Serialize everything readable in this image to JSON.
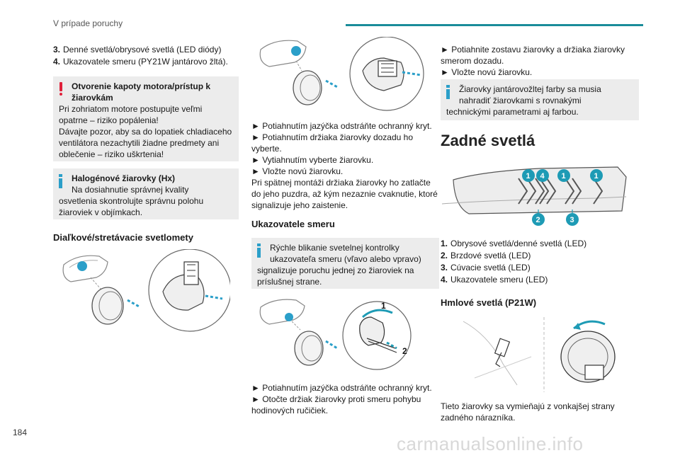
{
  "header": {
    "section": "V prípade poruchy"
  },
  "page_number": "184",
  "watermark": "carmanualsonline.info",
  "col1": {
    "list": [
      {
        "num": "3.",
        "text": "Denné svetlá/obrysové svetlá (LED diódy)"
      },
      {
        "num": "4.",
        "text": "Ukazovatele smeru (PY21W jantárovo žltá)."
      }
    ],
    "warning": {
      "title": "Otvorenie kapoty motora/prístup k žiarovkám",
      "text": "Pri zohriatom motore postupujte veľmi opatrne – riziko popálenia!\nDávajte pozor, aby sa do lopatiek chladiaceho ventilátora nezachytili žiadne predmety ani oblečenie – riziko uškrtenia!"
    },
    "info": {
      "title": "Halogénové žiarovky (Hx)",
      "text_line1": "Na dosiahnutie správnej kvality",
      "text_rest": "osvetlenia skontrolujte správnu polohu žiaroviek v objímkach."
    },
    "heading": "Diaľkové/stretávacie svetlomety"
  },
  "col2": {
    "steps_a": [
      "► Potiahnutím jazýčka odstráňte ochranný kryt.",
      "► Potiahnutím držiaka žiarovky dozadu ho vyberte.",
      "► Vytiahnutím vyberte žiarovku.",
      "► Vložte novú žiarovku."
    ],
    "para": "Pri spätnej montáži držiaka žiarovky ho zatlačte do jeho puzdra, až kým nezaznie cvaknutie, ktoré signalizuje jeho zaistenie.",
    "heading": "Ukazovatele smeru",
    "info": {
      "line1": "Rýchle blikanie svetelnej kontrolky",
      "line2": "ukazovateľa smeru (vľavo alebo vpravo)",
      "rest": "signalizuje poruchu jednej zo žiaroviek na príslušnej strane."
    },
    "callouts": [
      "1",
      "2"
    ],
    "steps_b": [
      "► Potiahnutím jazýčka odstráňte ochranný kryt.",
      "► Otočte držiak žiarovky proti smeru pohybu hodinových ručičiek."
    ]
  },
  "col3": {
    "steps": [
      "► Potiahnite zostavu žiarovky a držiaka žiarovky smerom dozadu.",
      "► Vložte novú žiarovku."
    ],
    "info": {
      "line1": "Žiarovky jantárovožltej farby sa musia",
      "line2": "nahradiť žiarovkami s rovnakými",
      "rest": "technickými parametrami aj farbou."
    },
    "heading": "Zadné svetlá",
    "callouts_top": [
      "1",
      "4",
      "1",
      "1"
    ],
    "callouts_bottom": [
      "2",
      "3"
    ],
    "list": [
      {
        "num": "1.",
        "text": "Obrysové svetlá/denné svetlá (LED)"
      },
      {
        "num": "2.",
        "text": "Brzdové svetlá (LED)"
      },
      {
        "num": "3.",
        "text": "Cúvacie svetlá (LED)"
      },
      {
        "num": "4.",
        "text": "Ukazovatele smeru (LED)"
      }
    ],
    "sub_heading": "Hmlové svetlá (P21W)",
    "footer_text": "Tieto žiarovky sa vymieňajú z vonkajšej strany zadného nárazníka."
  },
  "colors": {
    "accent": "#1a8c9a",
    "warning": "#e0203a",
    "info": "#2b9fc9",
    "callout": "#1e9bb5"
  }
}
